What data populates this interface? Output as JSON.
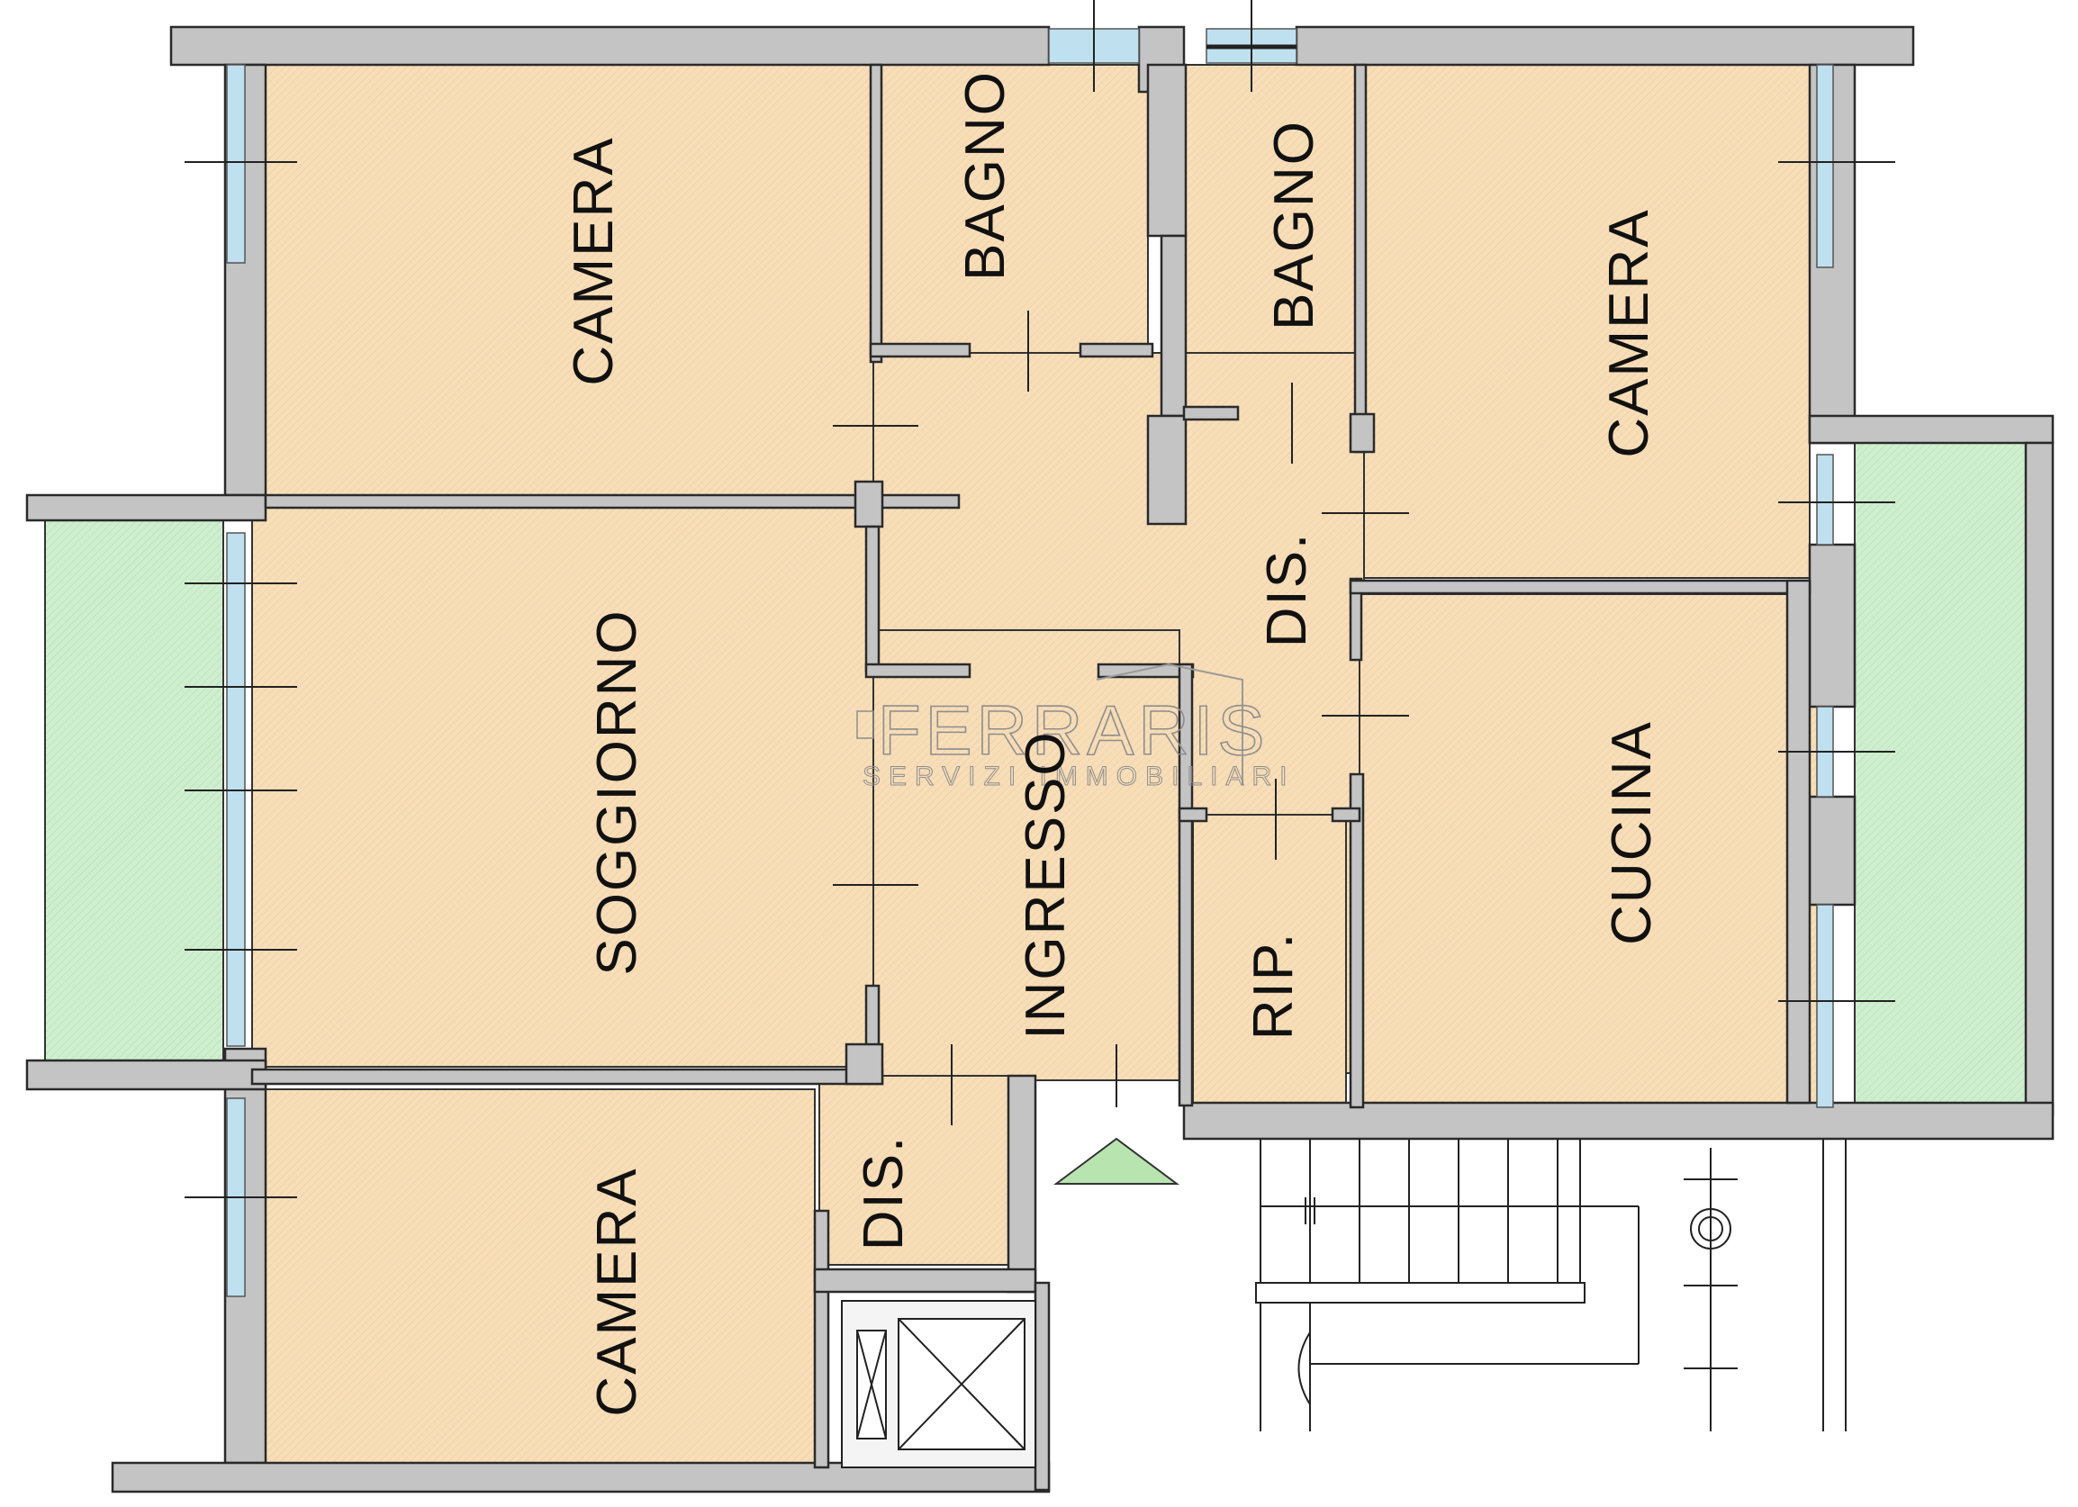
{
  "rooms": {
    "camera_top_left": "CAMERA",
    "bagno_left": "BAGNO",
    "bagno_right": "BAGNO",
    "camera_top_right": "CAMERA",
    "soggiorno": "SOGGIORNO",
    "ingresso": "INGRESSO",
    "dis_center": "DIS.",
    "cucina": "CUCINA",
    "rip": "RIP.",
    "dis_bottom": "DIS.",
    "camera_bottom_left": "CAMERA"
  },
  "watermark": {
    "brand": "FERRARIS",
    "tagline": "SERVIZI IMMOBILIARI"
  },
  "colors": {
    "room_fill": "#f7deb8",
    "balcony_fill": "#cdeecd",
    "wall": "#c4c4c4",
    "window": "#bfe0ef",
    "entrance_marker": "#b8e4b0"
  }
}
